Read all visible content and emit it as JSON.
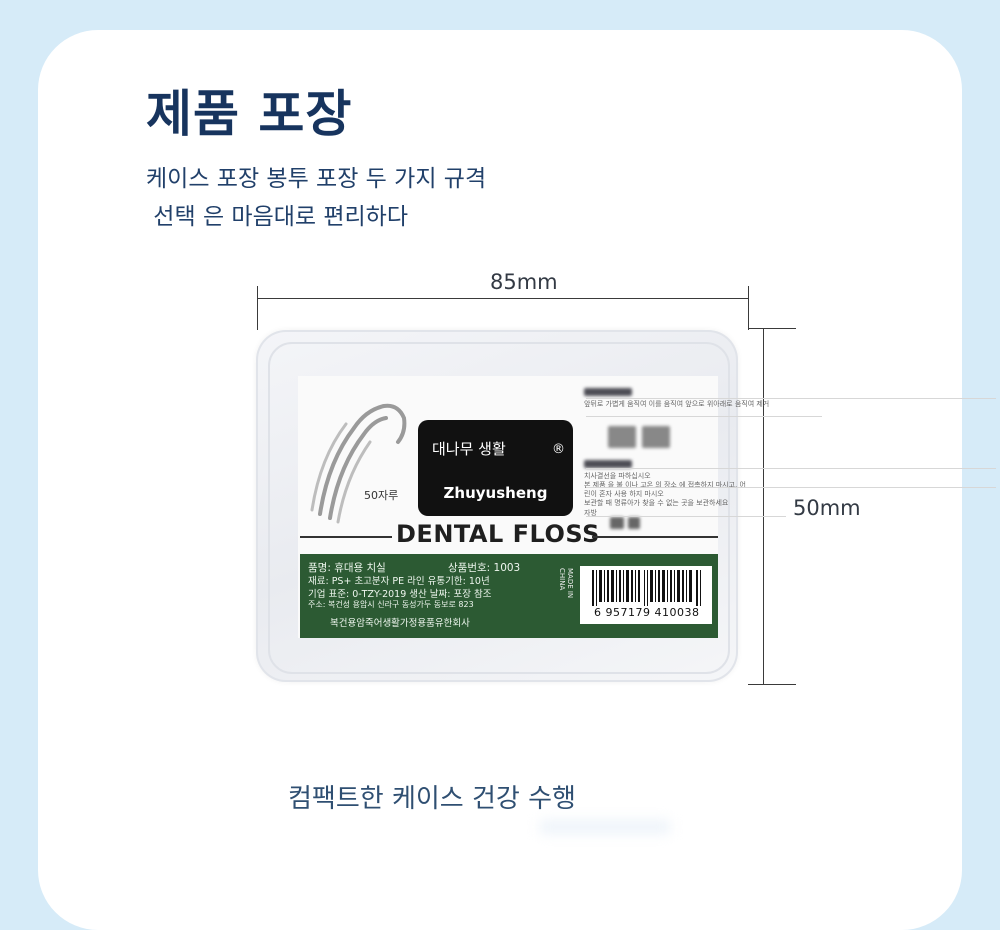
{
  "header": {
    "title": "제품 포장",
    "subtitle": "케이스 포장 봉투 포장 두 가지 규격\n 선택 은 마음대로 편리하다"
  },
  "dimensions": {
    "width": "85mm",
    "height": "50mm"
  },
  "product": {
    "brand_ko": "대나무 생활",
    "registered": "®",
    "brand_en": "Zhuyusheng",
    "count": "50자루",
    "name": "DENTAL FLOSS",
    "info_lines": [
      "품명: 휴대용 치실",
      "재료: PS+ 초고분자 PE 라인 유통기한: 10년",
      "기업 표준: 0-TZY-2019 생산 날짜: 포장 참조",
      "주소: 복건성 용암시 신라구 동성가두 동보로 823",
      "복건용암죽어생활가정용품유한회사"
    ],
    "model": "상품번호: 1003",
    "made_in": "MADE IN CHINA",
    "barcode": "6  957179  410038",
    "warnings": [
      "앞뒤로 가볍게 움직여 이를 움직여 앞으로 위아래로 움직여 제거",
      "치사결선을 파하십시오",
      "본 제품 을 불 이나 고온 의 장소 에 접촉하지 마시고, 어",
      "린이 혼자 사용 하지 마시오",
      "보관할 때 명류아가 찾을 수 없는 곳을 보관하세요",
      "자방"
    ]
  },
  "caption": "컴팩트한 케이스 건강 수행"
}
